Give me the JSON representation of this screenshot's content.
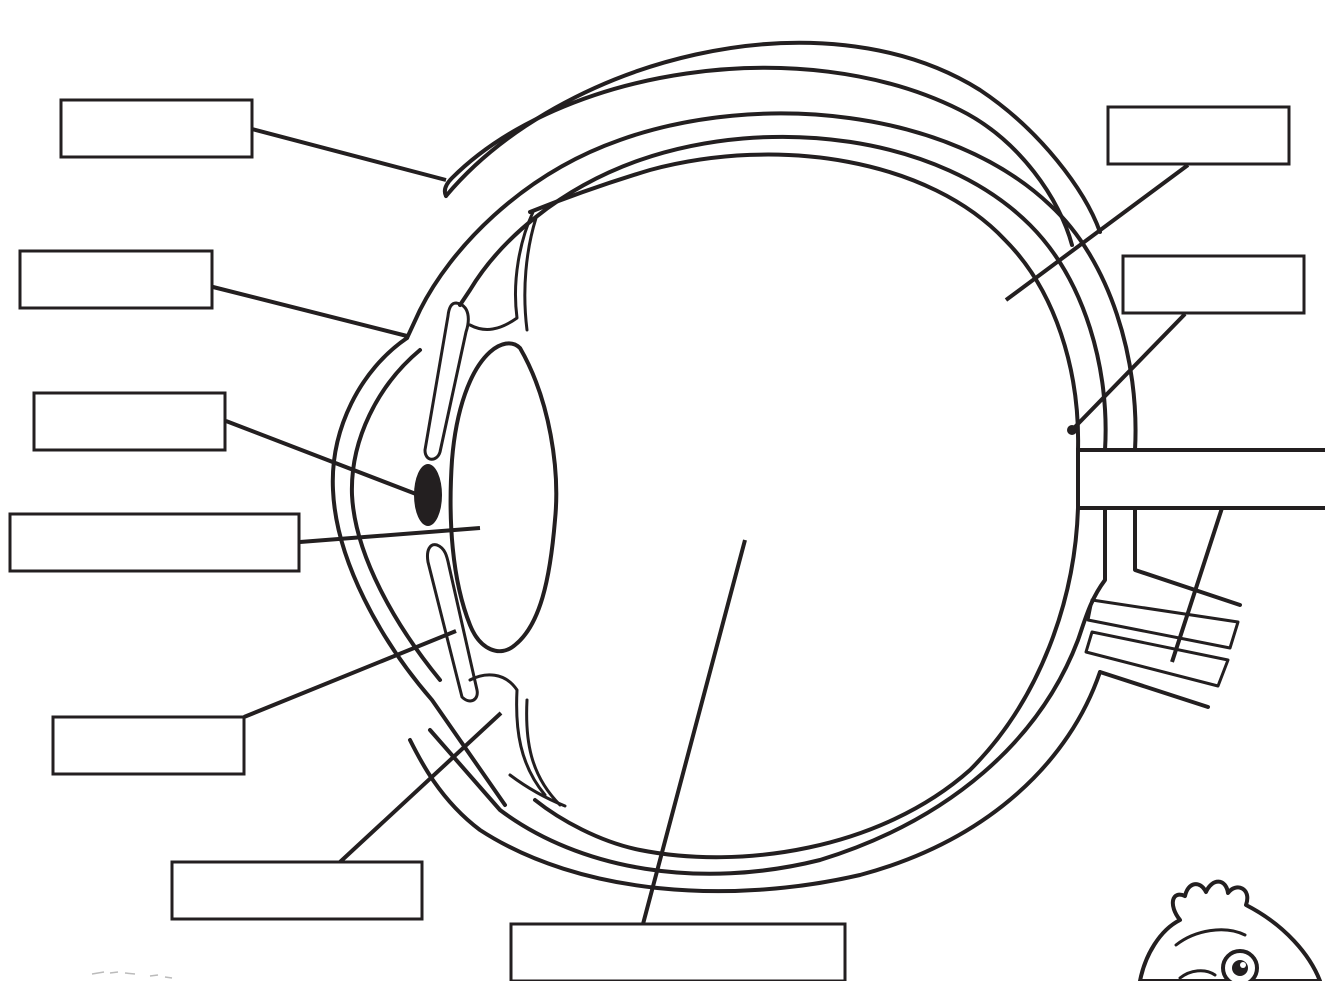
{
  "diagram": {
    "labels": [
      {
        "id": "eyelid",
        "text": ""
      },
      {
        "id": "cornea",
        "text": ""
      },
      {
        "id": "pupil",
        "text": ""
      },
      {
        "id": "lens",
        "text": ""
      },
      {
        "id": "iris",
        "text": ""
      },
      {
        "id": "ciliary-body",
        "text": ""
      },
      {
        "id": "vitreous-humor",
        "text": ""
      },
      {
        "id": "sclera",
        "text": ""
      },
      {
        "id": "fovea",
        "text": ""
      },
      {
        "id": "optic-nerve",
        "text": ""
      }
    ],
    "colors": {
      "ink": "#231f20",
      "paper": "#ffffff"
    }
  }
}
